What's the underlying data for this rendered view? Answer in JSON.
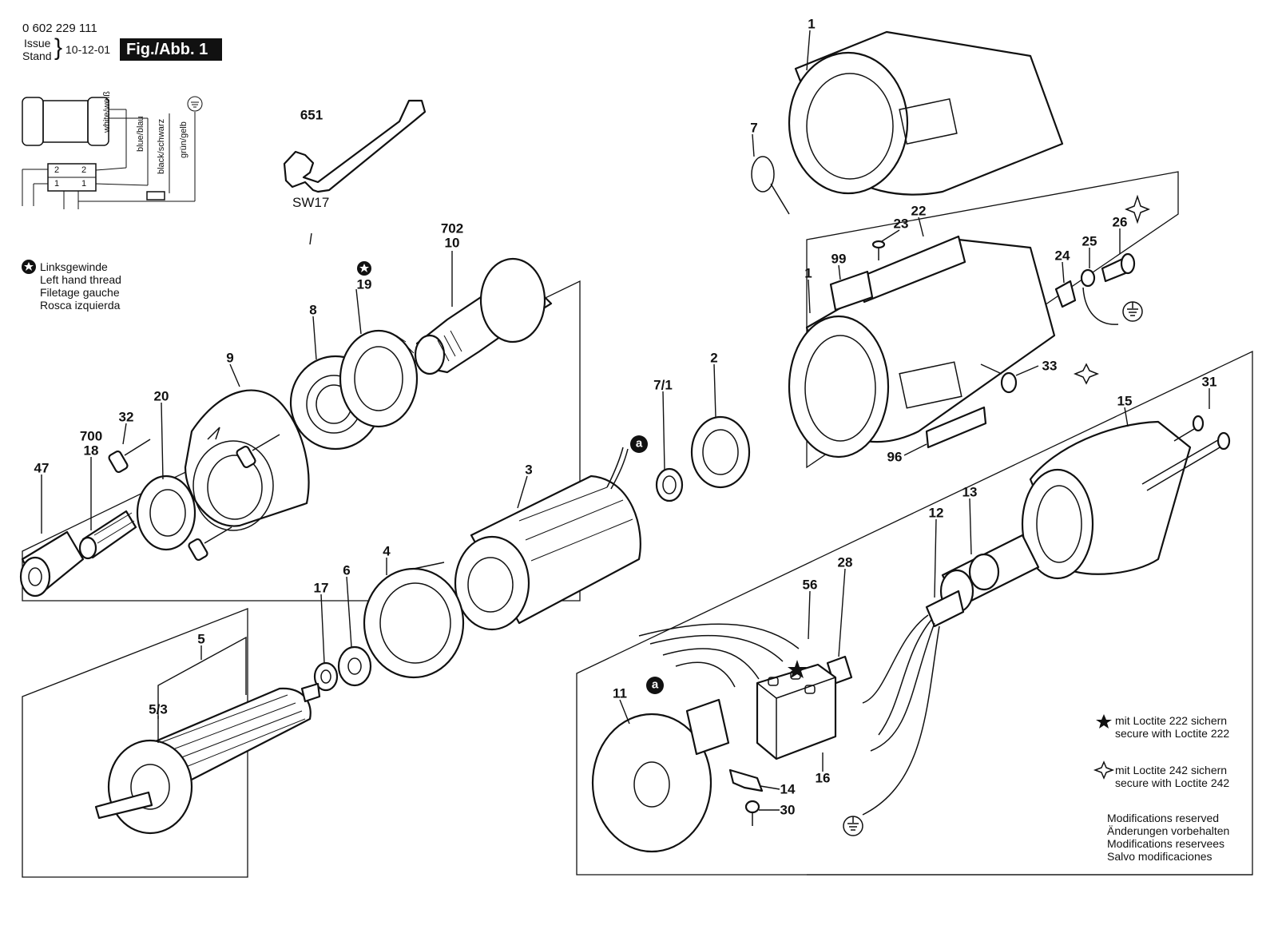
{
  "header": {
    "part_number": "0 602 229 111",
    "issue_label": "Issue",
    "stand_label": "Stand",
    "date": "10-12-01",
    "fig_label": "Fig./Abb. 1"
  },
  "wiring": {
    "wire_labels": [
      "white/weiß",
      "blue/blau",
      "black/schwarz",
      "grün/gelb"
    ],
    "terminal_labels": [
      "2",
      "2",
      "1",
      "1"
    ]
  },
  "legend_left_hand_thread": [
    "Linksgewinde",
    "Left hand thread",
    "Filetage gauche",
    "Rosca izquierda"
  ],
  "loctite_222": [
    "mit Loctite 222 sichern",
    "secure with Loctite 222"
  ],
  "loctite_242": [
    "mit Loctite 242 sichern",
    "secure with Loctite 242"
  ],
  "modifications": [
    "Modifications reserved",
    "Änderungen vorbehalten",
    "Modifications reservees",
    "Salvo modificaciones"
  ],
  "wrench_size": "SW17",
  "callouts": {
    "p1a": "1",
    "p1b": "1",
    "p7": "7",
    "p22": "22",
    "p23": "23",
    "p99": "99",
    "p24": "24",
    "p25": "25",
    "p26": "26",
    "p33": "33",
    "p96": "96",
    "p651": "651",
    "p702": "702",
    "p10": "10",
    "p19": "19",
    "p8": "8",
    "p9": "9",
    "p20": "20",
    "p32": "32",
    "p700": "700",
    "p18": "18",
    "p47": "47",
    "p2": "2",
    "p71": "7/1",
    "p3": "3",
    "p4": "4",
    "p6": "6",
    "p17": "17",
    "p5": "5",
    "p53": "5/3",
    "p15": "15",
    "p31": "31",
    "p13": "13",
    "p12": "12",
    "p28": "28",
    "p56": "56",
    "p11": "11",
    "p16": "16",
    "p14": "14",
    "p30": "30",
    "pa1": "a",
    "pa2": "a"
  }
}
